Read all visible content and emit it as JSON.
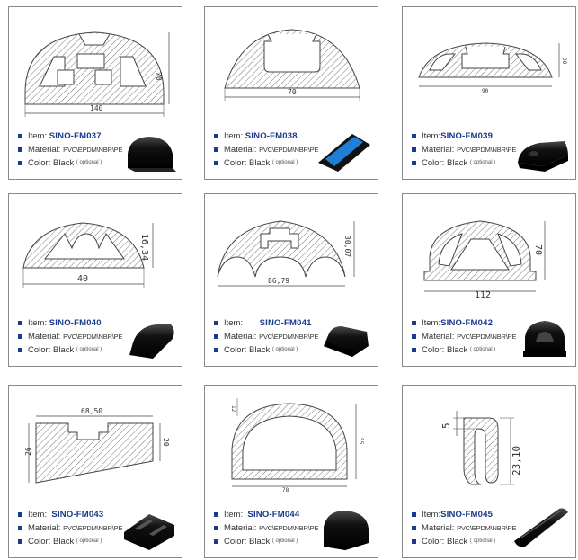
{
  "labels": {
    "item": "Item:",
    "material": "Material:",
    "color": "Color:",
    "material_value": "PVC\\EPDM\\NBR\\PE",
    "color_value": "Black",
    "optional": "( optional )"
  },
  "products": [
    {
      "code": "SINO-FM037",
      "dims": [
        "140",
        "70"
      ]
    },
    {
      "code": "SINO-FM038",
      "dims": [
        "70"
      ]
    },
    {
      "code": "SINO-FM039",
      "dims": [
        "90",
        "30"
      ]
    },
    {
      "code": "SINO-FM040",
      "dims": [
        "40",
        "16,34"
      ]
    },
    {
      "code": "SINO-FM041",
      "dims": [
        "86,79",
        "30,07"
      ]
    },
    {
      "code": "SINO-FM042",
      "dims": [
        "112",
        "70"
      ]
    },
    {
      "code": "SINO-FM043",
      "dims": [
        "68,50",
        "26",
        "20"
      ]
    },
    {
      "code": "SINO-FM044",
      "dims": [
        "12",
        "55",
        "78"
      ]
    },
    {
      "code": "SINO-FM045",
      "dims": [
        "5",
        "23,10"
      ]
    }
  ],
  "colors": {
    "accent": "#1a3a8c",
    "border": "#8a8a8a",
    "photo_black": "#0c0c0c",
    "stripe_blue": "#1f7fd6"
  }
}
